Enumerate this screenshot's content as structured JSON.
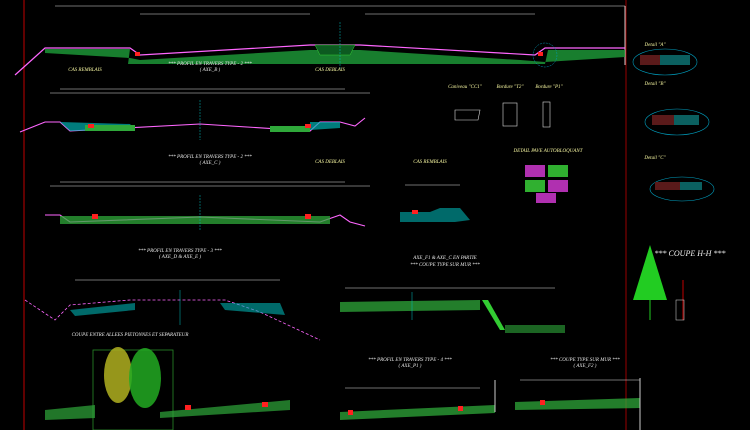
{
  "drawing": {
    "colors": {
      "background": "#000000",
      "frame": "#c00000",
      "road": "#ff66ff",
      "base": "#33cc33",
      "hatch": "#00b0b0",
      "labels": "#ffff00",
      "dims": "#ffffff",
      "curb": "#ff0000"
    },
    "sections": [
      {
        "title": "*** PROFIL EN TRAVERS TYPE - 2 ***",
        "axis": "( AXE_B )",
        "left_case": "CAS REMBLAIS",
        "right_case": "CAS DEBLAIS"
      },
      {
        "title": "*** PROFIL EN TRAVERS TYPE - 2 ***",
        "axis": "( AXE_C )",
        "right_case": "CAS DEBLAIS",
        "extra_case": "CAS REMBLAIS"
      },
      {
        "title": "*** PROFIL EN TRAVERS TYPE - 3 ***",
        "axis": "( AXE_D & AXE_E )"
      },
      {
        "title": "*** COUPE TYPE SUR MUR ***",
        "axis": "AXE_F1 & AXE_C EN PARTIE"
      },
      {
        "title": "COUPE ENTRE ALLEES PIETONNES ET SEPARATEUR"
      },
      {
        "title": "*** PROFIL EN TRAVERS TYPE - 4 ***",
        "axis": "( AXE_P1 )"
      },
      {
        "title": "*** COUPE TYPE SUR MUR ***",
        "axis": "( AXE_F2 )"
      }
    ],
    "details": {
      "curbs": [
        "Caniveau \"CC1\"",
        "Bordure \"T2\"",
        "Bordure \"P1\""
      ],
      "paving": "DETAIL PAVE AUTOBLOQUANT",
      "detail_a": "Detail \"A\"",
      "detail_b": "Detail \"B\"",
      "detail_c": "Detail \"C\"",
      "coupe_hh": "*** COUPE H-H ***"
    }
  }
}
